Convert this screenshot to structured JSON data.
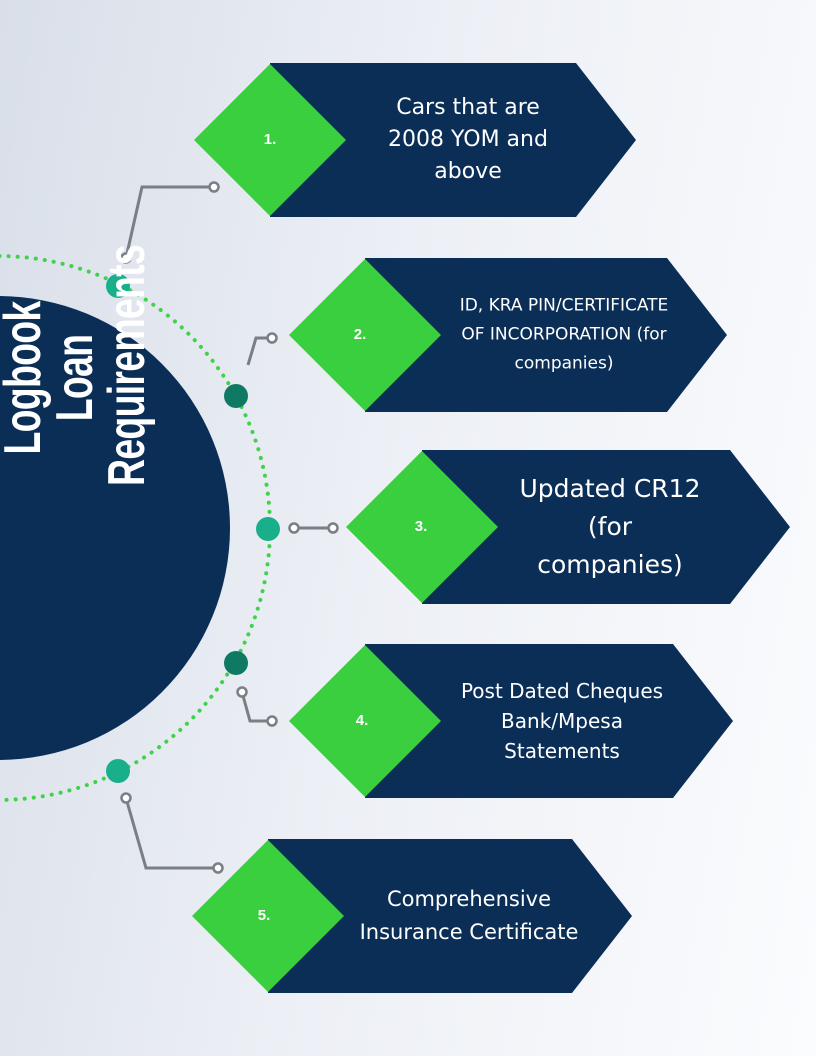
{
  "title": {
    "line1": "Logbook Loan",
    "line2": "Requirements"
  },
  "colors": {
    "navy": "#0b2e57",
    "green": "#39cf3f",
    "teal": "#1aaf8b",
    "dark_teal": "#0f7a64",
    "dots": "#3fd24a",
    "connector": "#7a7f85"
  },
  "items": [
    {
      "number": "1.",
      "label_lines": [
        "Cars that are",
        "2008 YOM and",
        "above"
      ]
    },
    {
      "number": "2.",
      "label_lines": [
        "ID, KRA PIN/CERTIFICATE",
        "OF INCORPORATION (for",
        "companies)"
      ]
    },
    {
      "number": "3.",
      "label_lines": [
        "Updated CR12",
        "(for",
        "companies)"
      ]
    },
    {
      "number": "4.",
      "label_lines": [
        "Post Dated Cheques",
        "Bank/Mpesa",
        "Statements"
      ]
    },
    {
      "number": "5.",
      "label_lines": [
        "Comprehensive",
        "Insurance Certificate"
      ]
    }
  ]
}
